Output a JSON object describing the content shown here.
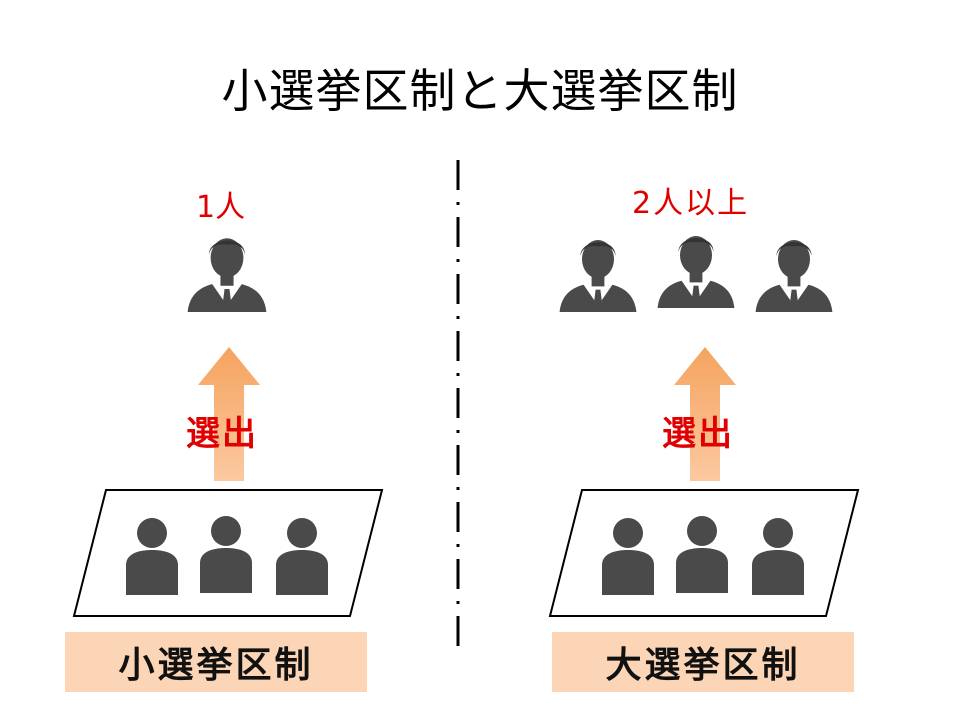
{
  "title": "小選挙区制と大選挙区制",
  "left": {
    "count_label": "1人",
    "elect_label": "選出",
    "system_label": "小選挙区制"
  },
  "right": {
    "count_label": "2人以上",
    "elect_label": "選出",
    "system_label": "大選挙区制"
  },
  "colors": {
    "accent_red": "#e00000",
    "label_fill": "#fbd5b5",
    "arrow_fill": "#f8b27a",
    "figure": "#4a4a4a"
  },
  "icons": [
    "businessman-icon",
    "voter-icon",
    "up-arrow-icon"
  ]
}
